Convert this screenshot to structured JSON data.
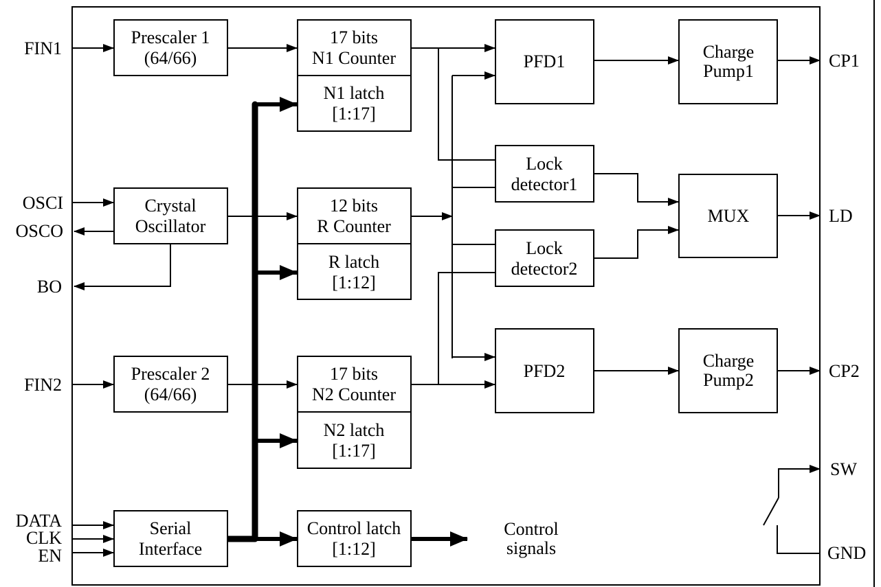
{
  "blocks": {
    "prescaler1": [
      "Prescaler 1",
      "(64/66)"
    ],
    "n1_counter": [
      "17 bits",
      "N1 Counter"
    ],
    "n1_latch": [
      "N1 latch",
      "[1:17]"
    ],
    "pfd1": [
      "PFD1"
    ],
    "charge_pump1": [
      "Charge",
      "Pump1"
    ],
    "crystal_osc": [
      "Crystal",
      "Oscillator"
    ],
    "r_counter": [
      "12 bits",
      "R Counter"
    ],
    "r_latch": [
      "R latch",
      "[1:12]"
    ],
    "lock_detector1": [
      "Lock",
      "detector1"
    ],
    "lock_detector2": [
      "Lock",
      "detector2"
    ],
    "mux": [
      "MUX"
    ],
    "prescaler2": [
      "Prescaler 2",
      "(64/66)"
    ],
    "n2_counter": [
      "17 bits",
      "N2 Counter"
    ],
    "n2_latch": [
      "N2 latch",
      "[1:17]"
    ],
    "pfd2": [
      "PFD2"
    ],
    "charge_pump2": [
      "Charge",
      "Pump2"
    ],
    "serial_interface": [
      "Serial",
      "Interface"
    ],
    "control_latch": [
      "Control latch",
      "[1:12]"
    ],
    "control_signals": [
      "Control",
      "signals"
    ]
  },
  "pins": {
    "fin1": "FIN1",
    "osci": "OSCI",
    "osco": "OSCO",
    "bo": "BO",
    "fin2": "FIN2",
    "data": "DATA",
    "clk": "CLK",
    "en": "EN",
    "cp1": "CP1",
    "ld": "LD",
    "cp2": "CP2",
    "sw": "SW",
    "gnd": "GND"
  }
}
